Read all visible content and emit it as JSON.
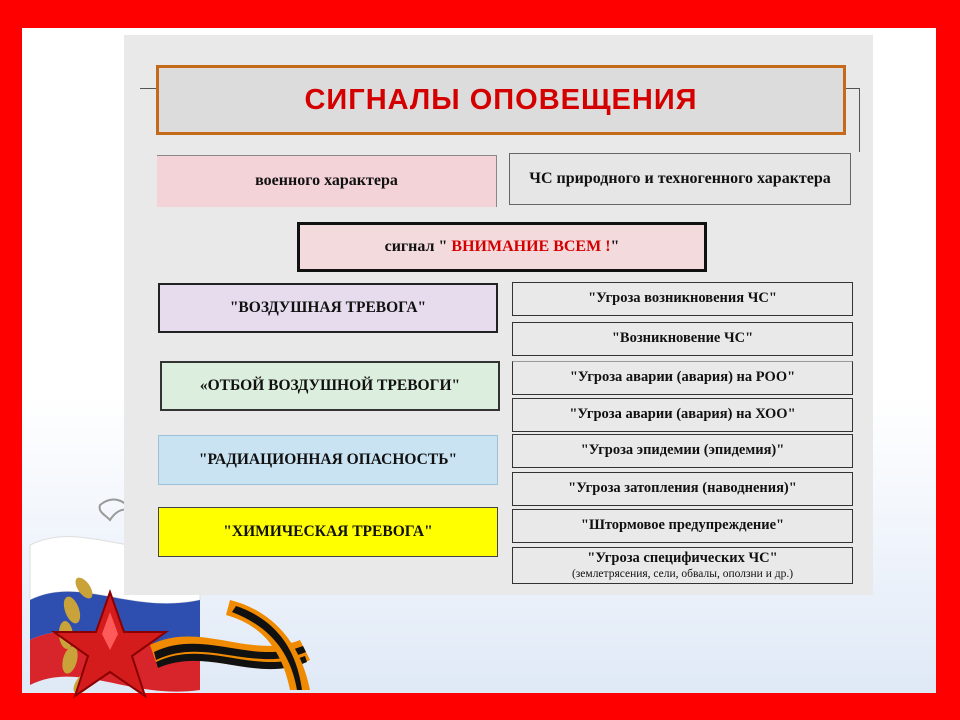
{
  "slide": {
    "title": "СИГНАЛЫ  ОПОВЕЩЕНИЯ",
    "categories": {
      "military": "военного  характера",
      "natural": "ЧС  природного и техногенного характера"
    },
    "attention": {
      "prefix": "сигнал  \"",
      "highlight": "ВНИМАНИЕ  ВСЕМ !",
      "suffix": "\""
    },
    "military_signals": [
      "\"ВОЗДУШНАЯ ТРЕВОГА\"",
      "«ОТБОЙ ВОЗДУШНОЙ ТРЕВОГИ\"",
      "\"РАДИАЦИОННАЯ  ОПАСНОСТЬ\"",
      "\"ХИМИЧЕСКАЯ ТРЕВОГА\""
    ],
    "emergency_signals": [
      "\"Угроза  возникновения  ЧС\"",
      "\"Возникновение  ЧС\"",
      "\"Угроза  аварии  (авария)  на  РОО\"",
      "\"Угроза  аварии  (авария)  на  ХОО\"",
      "\"Угроза  эпидемии  (эпидемия)\"",
      "\"Угроза  затопления  (наводнения)\"",
      "\"Штормовое  предупреждение\"",
      "\"Угроза  специфических  ЧС\""
    ],
    "emergency_note": "(землетрясения, сели, обвалы, оползни и др.)"
  },
  "colors": {
    "border": "#ff0000",
    "title_text": "#d40000",
    "title_border": "#c46a1a",
    "military_fill": "#f3d3d8",
    "air_fill": "#e6dcee",
    "allclear_fill": "#dceedd",
    "radiation_fill": "#c9e3f3",
    "chemical_fill": "#ffff00"
  },
  "decor": {
    "icons": [
      "russian-flag",
      "red-star",
      "laurel-wreath",
      "st-george-ribbon"
    ]
  }
}
